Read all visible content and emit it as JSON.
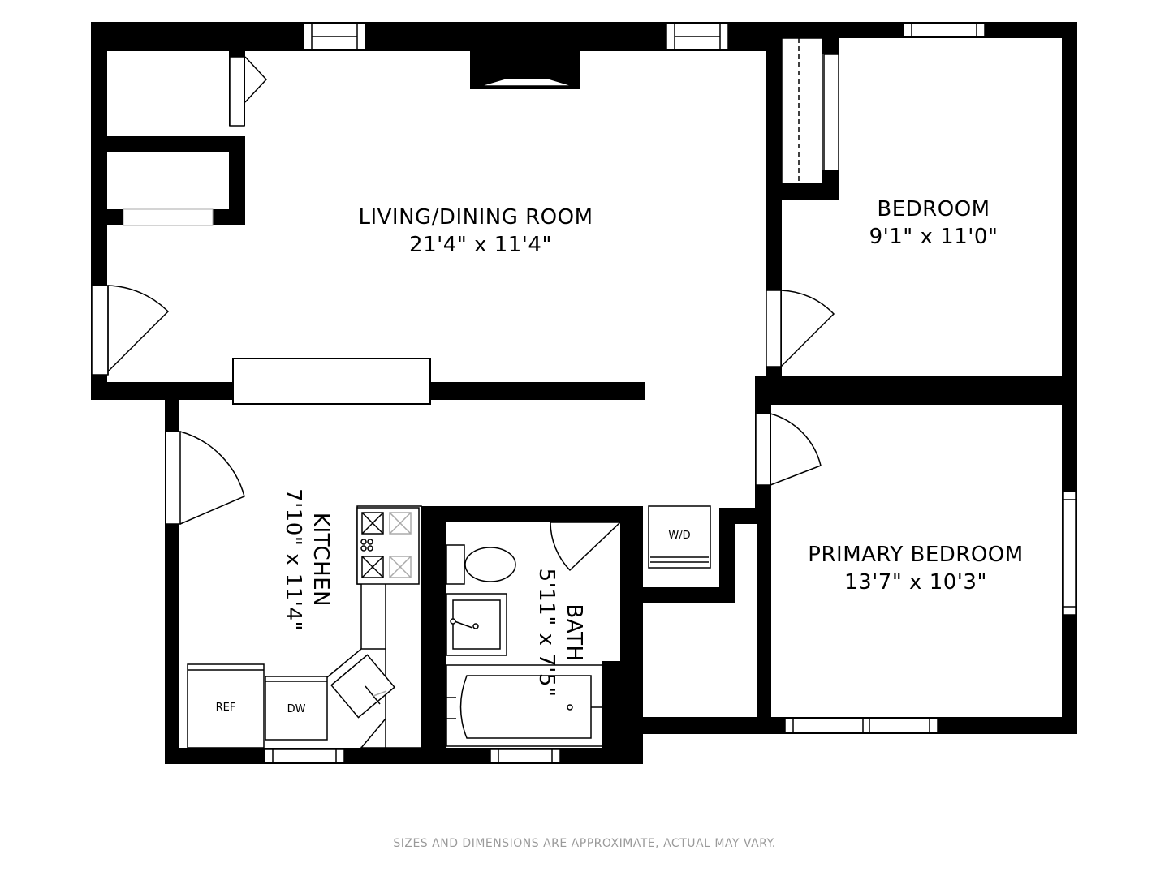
{
  "rooms": {
    "living": {
      "name": "LIVING/DINING ROOM",
      "dims": "21'4\" x 11'4\""
    },
    "bedroom": {
      "name": "BEDROOM",
      "dims": "9'1\" x 11'0\""
    },
    "primary": {
      "name": "PRIMARY BEDROOM",
      "dims": "13'7\" x 10'3\""
    },
    "kitchen": {
      "name": "KITCHEN",
      "dims": "7'10\" x 11'4\""
    },
    "bath": {
      "name": "BATH",
      "dims": "5'11\" x 7'5\""
    }
  },
  "fixtures": {
    "ref": "REF",
    "dw": "DW",
    "wd": "W/D"
  },
  "disclaimer": "SIZES AND DIMENSIONS ARE APPROXIMATE, ACTUAL MAY VARY."
}
